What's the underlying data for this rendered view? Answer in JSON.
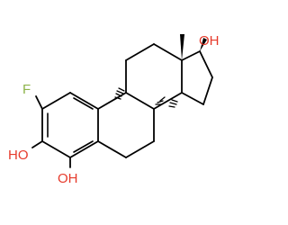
{
  "atoms": {
    "fluorine": {
      "text": "F",
      "color": "#8db34a"
    },
    "hydroxyl_c3": {
      "text": "HO",
      "color": "#e63a2b"
    },
    "hydroxyl_c4": {
      "text": "OH",
      "color": "#e63a2b"
    },
    "hydroxyl_c17": {
      "text": "OH",
      "color": "#e63a2b"
    }
  },
  "colors": {
    "bond": "#000000",
    "background": "#ffffff"
  }
}
